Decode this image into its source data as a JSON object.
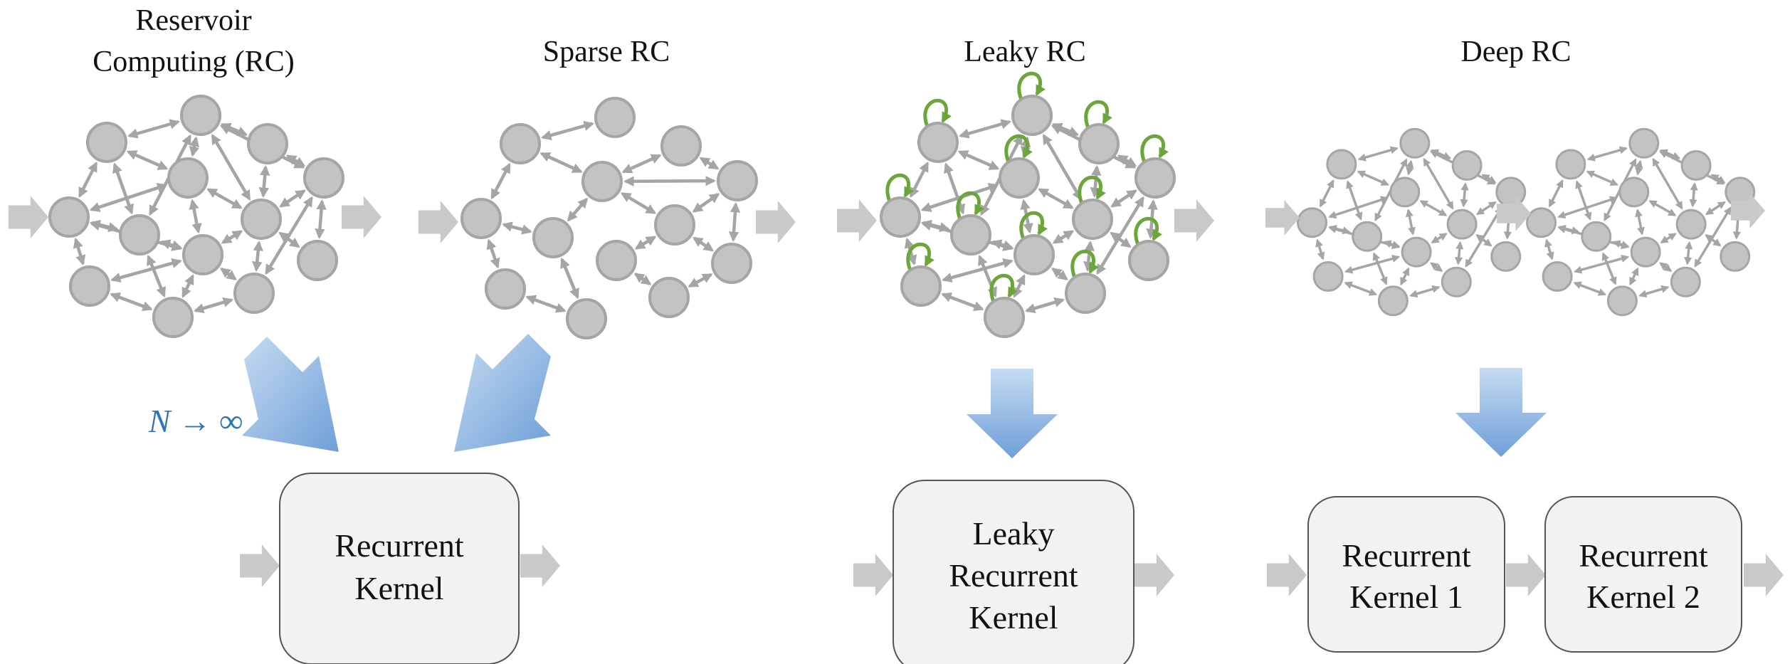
{
  "titles": {
    "rc_line1": "Reservoir",
    "rc_line2": "Computing (RC)",
    "sparse": "Sparse RC",
    "leaky": "Leaky RC",
    "deep": "Deep RC"
  },
  "limit_label": "N → ∞",
  "boxes": {
    "recurrent_kernel": [
      "Recurrent",
      "Kernel"
    ],
    "leaky_recurrent_kernel": [
      "Leaky",
      "Recurrent",
      "Kernel"
    ],
    "recurrent_kernel_1": [
      "Recurrent",
      "Kernel 1"
    ],
    "recurrent_kernel_2": [
      "Recurrent",
      "Kernel 2"
    ]
  },
  "colors": {
    "node_fill": "#c3c3c3",
    "node_stroke": "#a5a5a5",
    "edge": "#a5a5a5",
    "leak_loop": "#6aa63a",
    "arrow_blue_light": "#b8d3ee",
    "arrow_blue_dark": "#6f9fd8",
    "box_fill": "#f2f2f2",
    "box_stroke": "#555555",
    "io_arrow": "#c9c9c9",
    "limit_text": "#2e75b6"
  }
}
